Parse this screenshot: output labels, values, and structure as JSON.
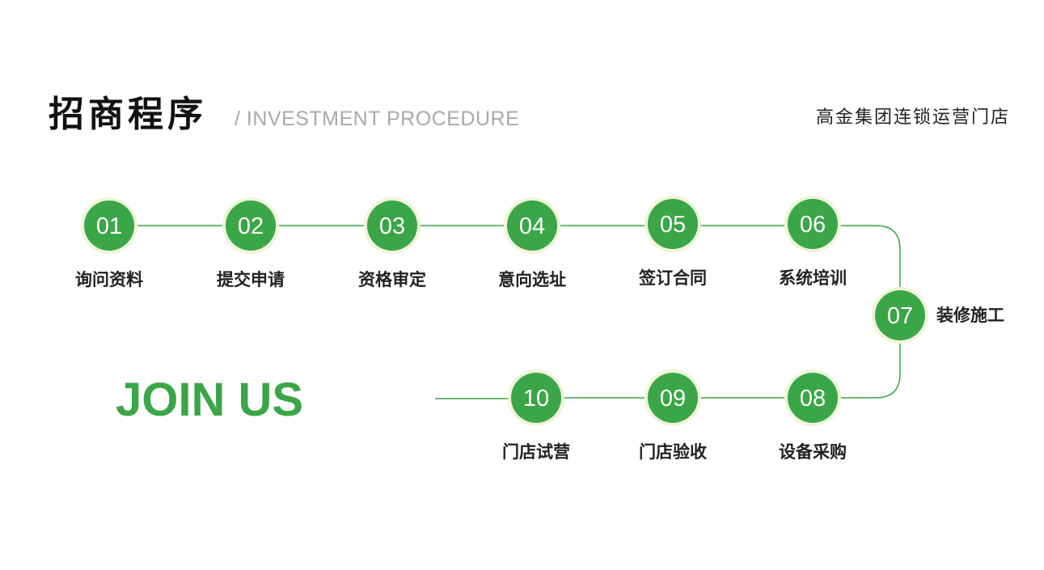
{
  "header": {
    "title": "招商程序",
    "subtitle": "/ INVESTMENT PROCEDURE",
    "company": "高金集团连锁运营门店"
  },
  "slogan": "JOIN US",
  "colors": {
    "accent": "#3aa647",
    "halo": "#eef5d9",
    "text": "#222222",
    "muted": "#a9a9a9"
  },
  "steps": [
    {
      "num": "01",
      "label": "询问资料"
    },
    {
      "num": "02",
      "label": "提交申请"
    },
    {
      "num": "03",
      "label": "资格审定"
    },
    {
      "num": "04",
      "label": "意向选址"
    },
    {
      "num": "05",
      "label": "签订合同"
    },
    {
      "num": "06",
      "label": "系统培训"
    },
    {
      "num": "07",
      "label": "装修施工"
    },
    {
      "num": "08",
      "label": "设备采购"
    },
    {
      "num": "09",
      "label": "门店验收"
    },
    {
      "num": "10",
      "label": "门店试营"
    }
  ]
}
